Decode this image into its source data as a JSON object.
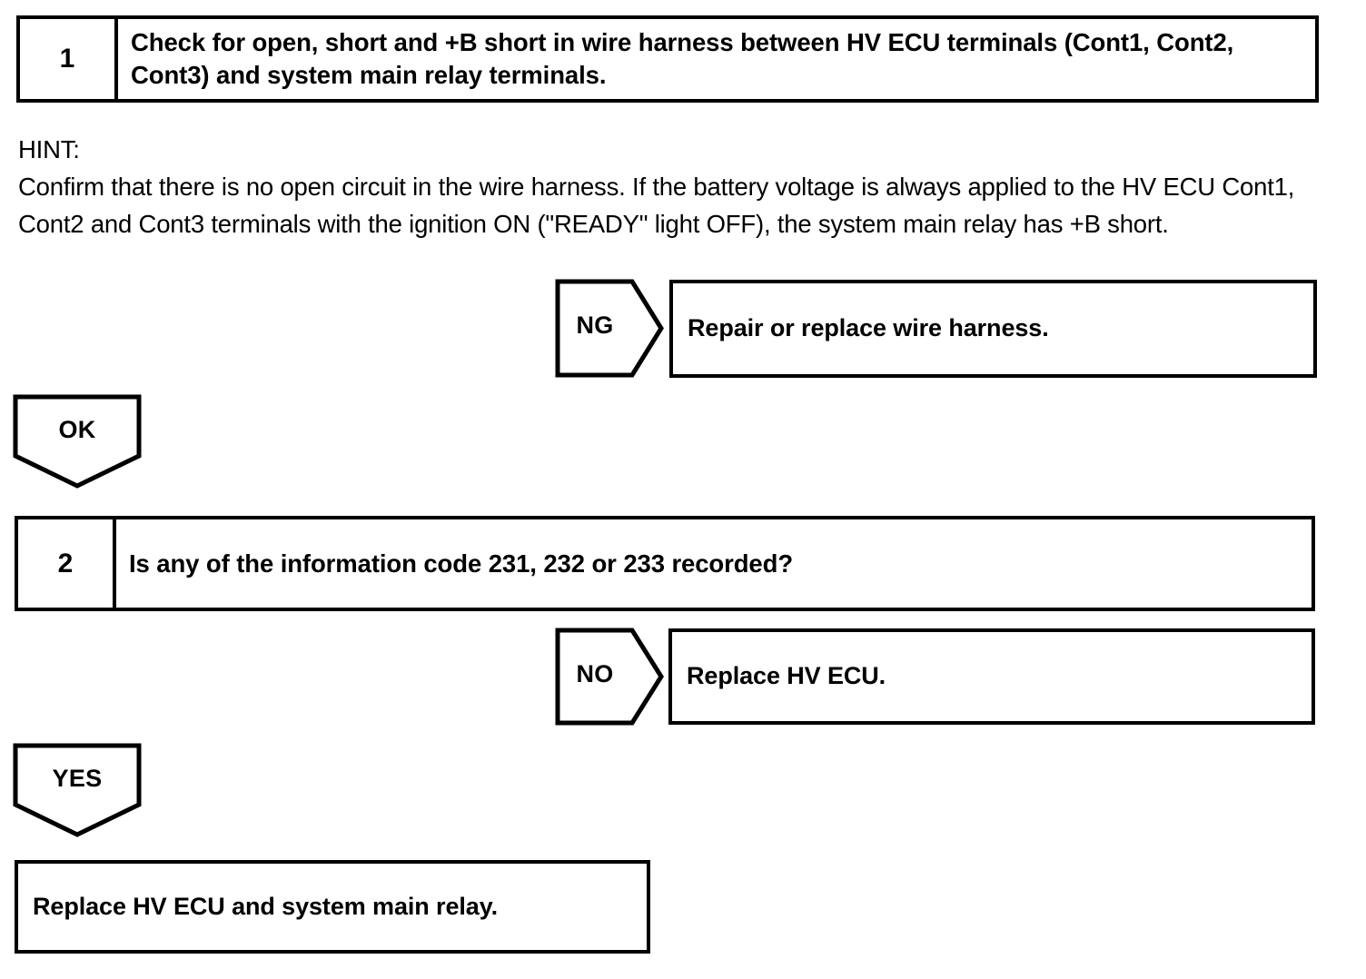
{
  "document": {
    "type": "troubleshooting-flowchart",
    "title": "HV ECU / System Main Relay Inspection Flow"
  },
  "steps": [
    {
      "number": "1",
      "text": "Check for open, short and +B short in wire harness between HV ECU terminals (Cont1, Cont2, Cont3) and system main relay terminals."
    },
    {
      "number": "2",
      "text": "Is any of the information code 231, 232 or 233 recorded?"
    }
  ],
  "hint": {
    "label": "HINT:",
    "body": "Confirm that there is no open circuit in the wire harness. If the battery voltage is always applied to the HV ECU Cont1, Cont2 and Cont3 terminals with the ignition ON (\"READY\" light OFF), the system main relay has +B short."
  },
  "connectors": {
    "ng": "NG",
    "ok": "OK",
    "no": "NO",
    "yes": "YES"
  },
  "results": {
    "repair_harness": "Repair or replace wire harness.",
    "replace_ecu": "Replace HV ECU.",
    "replace_ecu_and_relay": "Replace HV ECU and system main relay."
  },
  "colors": {
    "ink": "#000000",
    "paper": "#ffffff"
  }
}
